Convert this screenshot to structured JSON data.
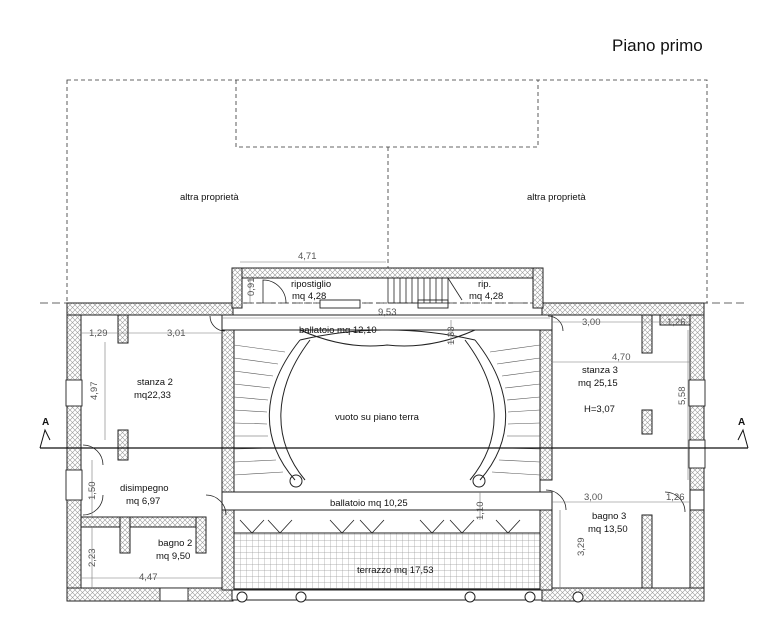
{
  "title": "Piano primo",
  "section_label": "A",
  "rooms": {
    "altra_left": "altra proprietà",
    "altra_right": "altra proprietà",
    "ripostiglio": "ripostiglio",
    "ripostiglio_area": "mq 4,28",
    "rip": "rip.",
    "rip_area": "mq 4,28",
    "ballatoio_top": "ballatoio mq 12,10",
    "stanza2": "stanza 2",
    "stanza2_area": "mq22,33",
    "vuoto": "vuoto su piano terra",
    "stanza3": "stanza 3",
    "stanza3_area": "mq 25,15",
    "stanza3_h": "H=3,07",
    "disimpegno": "disimpegno",
    "disimpegno_area": "mq 6,97",
    "ballatoio_bottom": "ballatoio mq 10,25",
    "bagno2": "bagno 2",
    "bagno2_area": "mq 9,50",
    "terrazzo": "terrazzo mq 17,53",
    "bagno3": "bagno 3",
    "bagno3_area": "mq 13,50"
  },
  "dimensions": {
    "d471": "4,71",
    "d091": "0,91",
    "d953": "9,53",
    "d133": "1,33",
    "d129": "1,29",
    "d301": "3,01",
    "d300_top": "3,00",
    "d126_top": "1,26",
    "d497": "4,97",
    "d470": "4,70",
    "d558": "5,58",
    "d150": "1,50",
    "d110": "1,10",
    "d300_bot": "3,00",
    "d126_bot": "1,26",
    "d223": "2,23",
    "d329": "3,29",
    "d447": "4,47"
  }
}
